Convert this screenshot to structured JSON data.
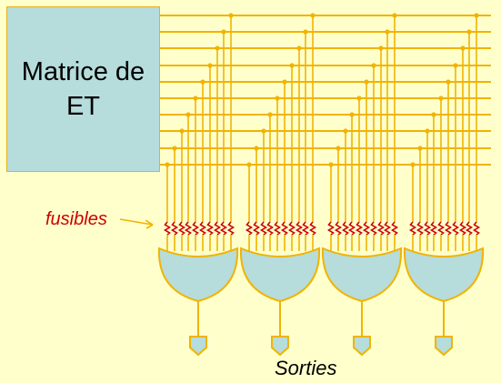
{
  "and_matrix": {
    "label": "Matrice de\nET"
  },
  "fuse_label": "fusibles",
  "outputs_label": "Sorties",
  "diagram": {
    "horizontal_lines": 10,
    "or_gates": 4,
    "inputs_per_gate": 10
  },
  "colors": {
    "background": "#ffffcc",
    "wire": "#f0b400",
    "gate_fill": "#b6dcdc",
    "fuse": "#cc0000",
    "box_fill": "#b6dcdc"
  }
}
